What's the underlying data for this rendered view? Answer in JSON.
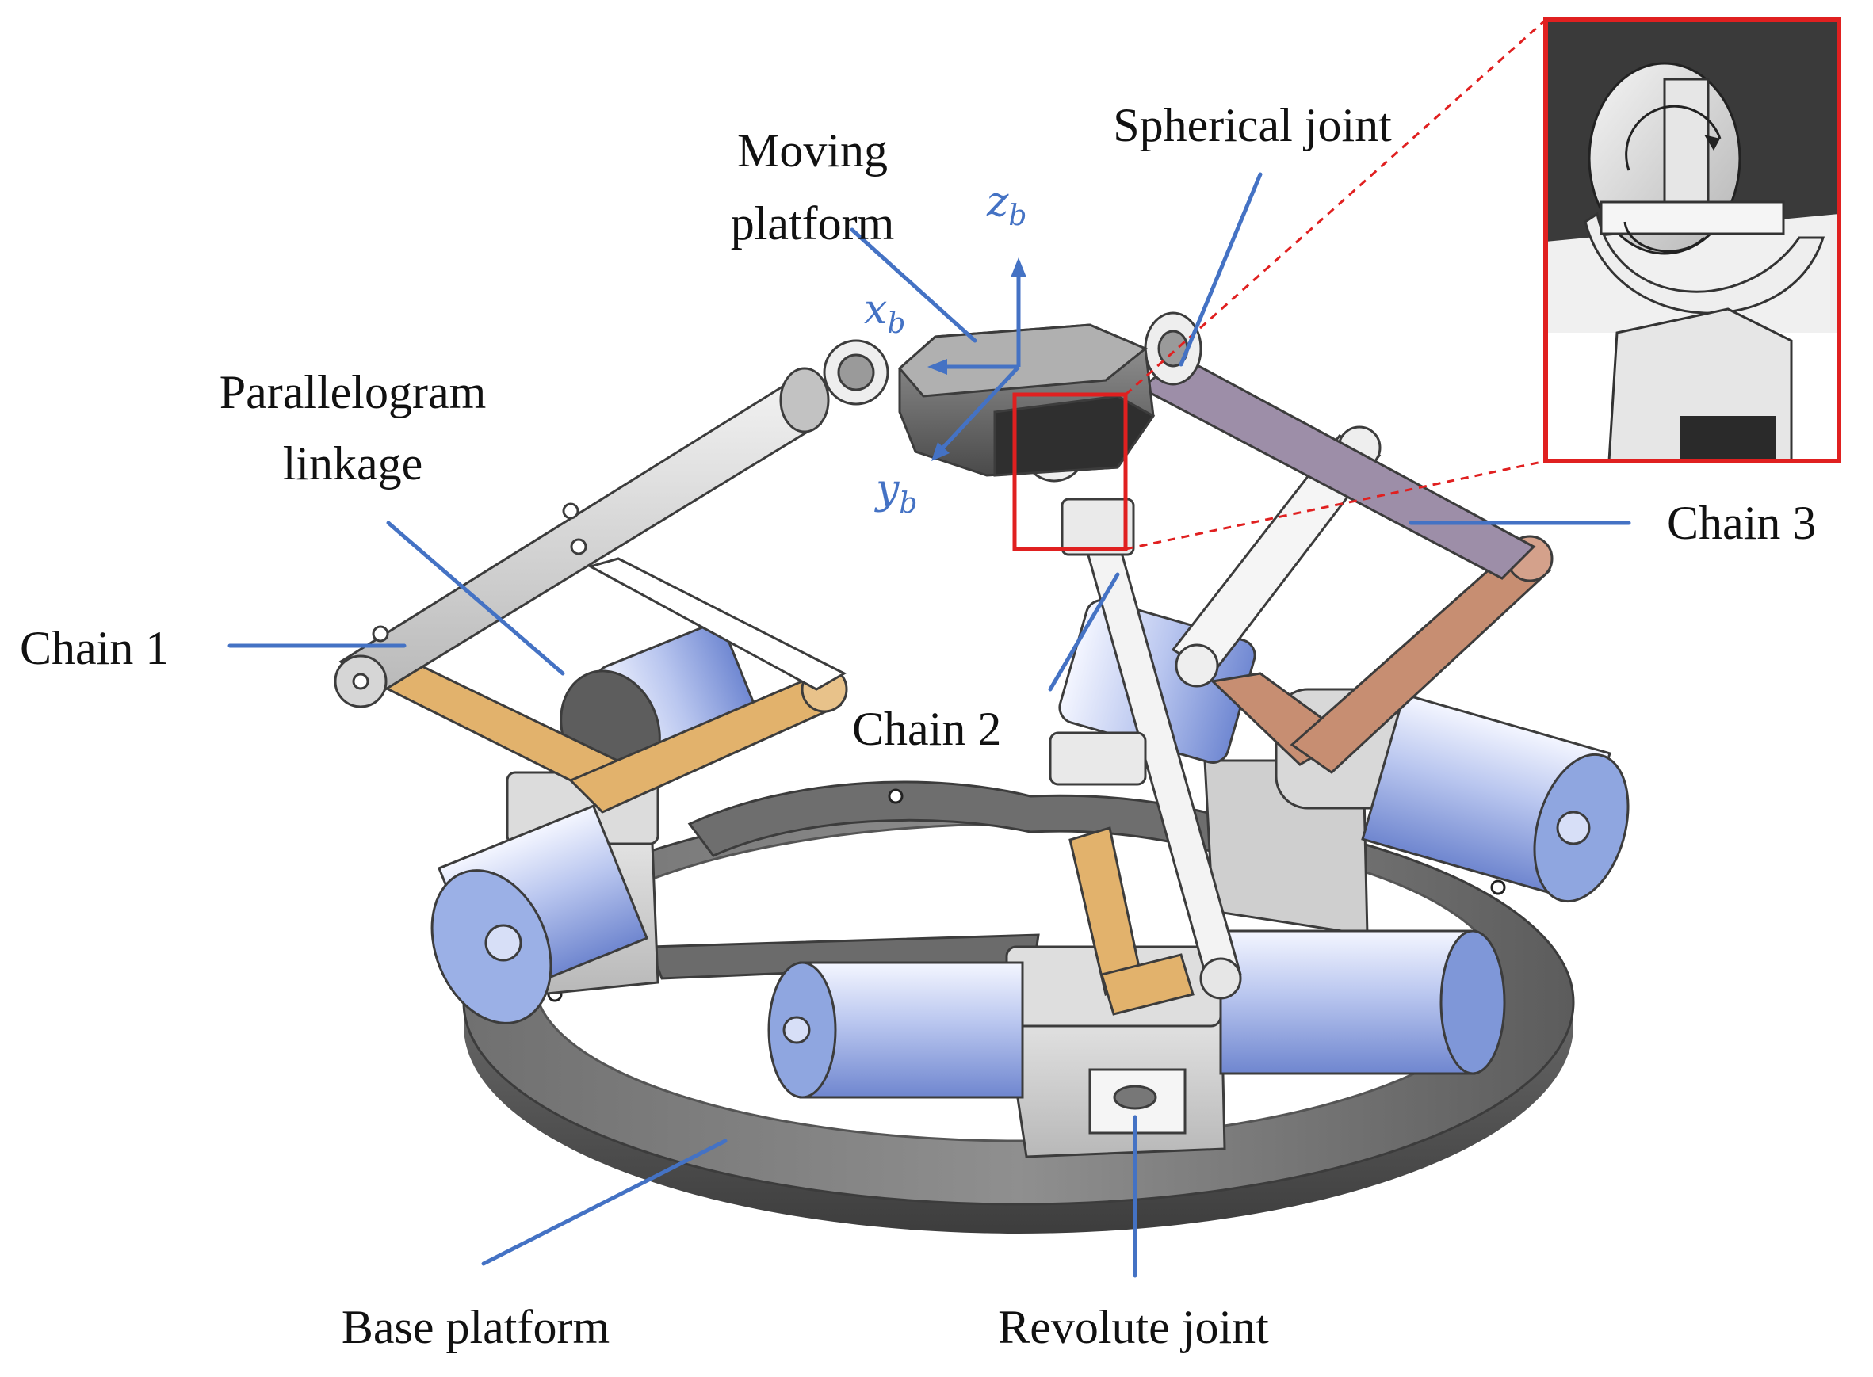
{
  "labels": {
    "moving_platform_line1": "Moving",
    "moving_platform_line2": "platform",
    "spherical_joint": "Spherical joint",
    "parallelogram_line1": "Parallelogram",
    "parallelogram_line2": "linkage",
    "chain1": "Chain 1",
    "chain2": "Chain 2",
    "chain3": "Chain 3",
    "base_platform": "Base platform",
    "revolute_joint": "Revolute joint"
  },
  "axes": {
    "x": "x",
    "x_sub": "b",
    "y": "y",
    "y_sub": "b",
    "z": "z",
    "z_sub": "b"
  },
  "colors": {
    "leader": "#4472c4",
    "highlight": "#e02020",
    "link_gray": "#c9c9c9",
    "link_tan": "#e2b26c",
    "link_copper": "#c78e72",
    "link_purple": "#9d8ea8",
    "motor_blue": "#8fa6e0",
    "base_gray": "#6f6f6f"
  }
}
